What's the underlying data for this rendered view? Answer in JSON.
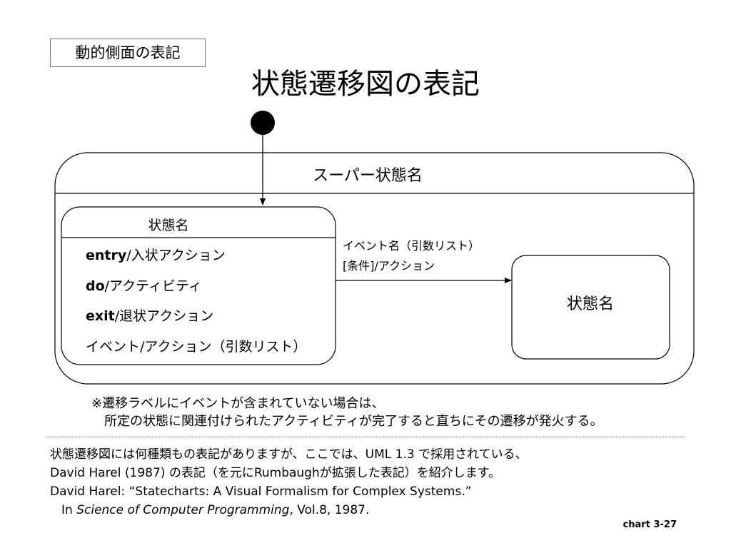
{
  "slide": {
    "tag": "動的側面の表記",
    "title": "状態遷移図の表記",
    "number": "chart 3-27"
  },
  "diagram": {
    "superstate": {
      "name": "スーパー状態名"
    },
    "state_left": {
      "name": "状態名",
      "rows": [
        {
          "keyword": "entry",
          "rest": "/入状アクション"
        },
        {
          "keyword": "do",
          "rest": "/アクティビティ"
        },
        {
          "keyword": "exit",
          "rest": "/退状アクション"
        },
        {
          "keyword": "",
          "rest": "イベント/アクション（引数リスト）"
        }
      ]
    },
    "transition": {
      "line1": "イベント名（引数リスト）",
      "line2": "[条件]/アクション"
    },
    "state_right": {
      "name": "状態名"
    }
  },
  "note": {
    "line1": "※遷移ラベルにイベントが含まれていない場合は、",
    "line2": "所定の状態に関連付けられたアクティビティが完了すると直ちにその遷移が発火する。"
  },
  "footer": {
    "line1": "状態遷移図には何種類もの表記がありますが、ここでは、UML 1.3 で採用されている、",
    "line2": "David Harel (1987) の表記（を元にRumbaughが拡張した表記）を紹介します。",
    "line3": "David Harel: “Statecharts: A Visual Formalism for Complex Systems.”",
    "line4_prefix": "In ",
    "line4_italic": "Science of Computer Programming",
    "line4_suffix": ", Vol.8, 1987."
  }
}
